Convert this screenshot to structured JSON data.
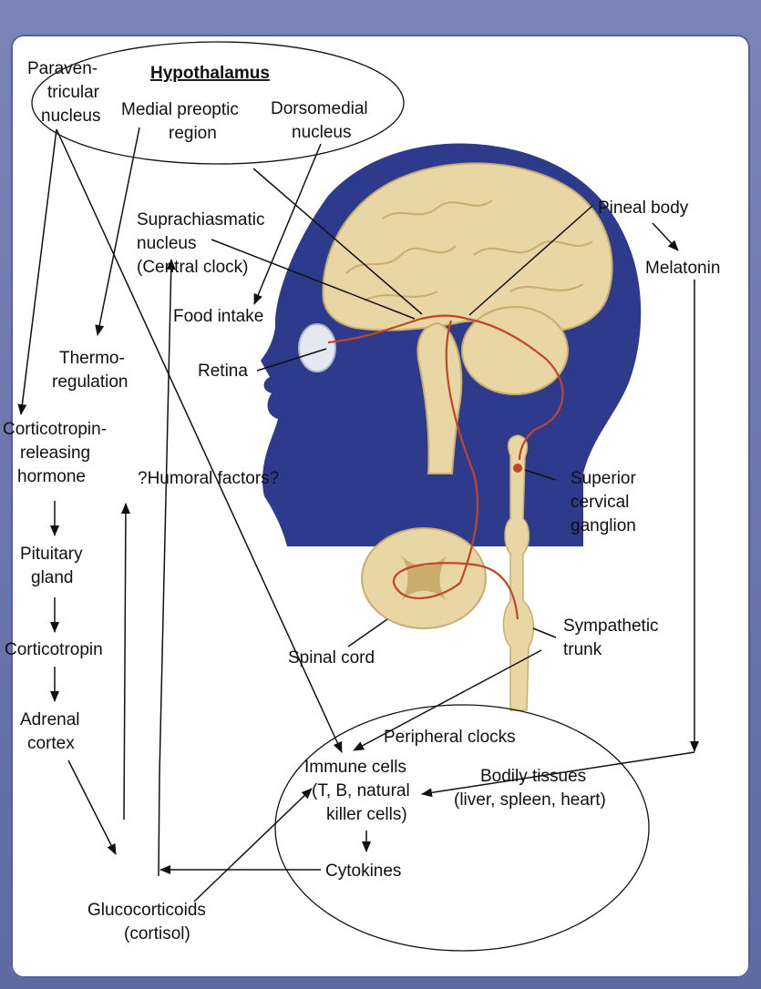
{
  "hypothalamus": {
    "title": "Hypothalamus",
    "paraventricular": [
      "Paraven-",
      "tricular",
      "nucleus"
    ],
    "medial_preoptic": [
      "Medial preoptic",
      "region"
    ],
    "dorsomedial": [
      "Dorsomedial",
      "nucleus"
    ]
  },
  "brain_labels": {
    "suprachiasmatic": [
      "Suprachiasmatic",
      "nucleus",
      "(Central clock)"
    ],
    "food_intake": "Food intake",
    "retina": "Retina",
    "pineal_body": "Pineal body",
    "melatonin": "Melatonin",
    "superior_cervical": [
      "Superior",
      "cervical",
      "ganglion"
    ],
    "spinal_cord": "Spinal cord",
    "sympathetic_trunk": [
      "Sympathetic",
      "trunk"
    ]
  },
  "left_chain": {
    "thermoregulation": [
      "Thermo-",
      "regulation"
    ],
    "crh": [
      "Corticotropin-",
      "releasing",
      "hormone"
    ],
    "humoral": "?Humoral factors?",
    "pituitary": [
      "Pituitary",
      "gland"
    ],
    "corticotropin": "Corticotropin",
    "adrenal": [
      "Adrenal",
      "cortex"
    ],
    "glucocorticoids": [
      "Glucocorticoids",
      "(cortisol)"
    ]
  },
  "peripheral": {
    "title": "Peripheral clocks",
    "immune_cells": [
      "Immune cells",
      "(T, B, natural",
      "killer cells)"
    ],
    "bodily_tissues": [
      "Bodily tissues",
      "(liver, spleen, heart)"
    ],
    "cytokines": "Cytokines"
  },
  "colors": {
    "frame": "#6f79ad",
    "head_silhouette": "#2e3a8c",
    "brain": "#e8d6a4",
    "nerve": "#c2452a"
  }
}
